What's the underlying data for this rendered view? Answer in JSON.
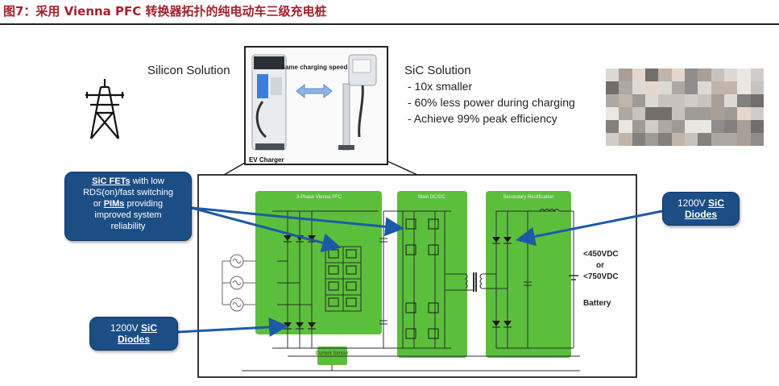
{
  "figure": {
    "title": "图7：采用 Vienna PFC 转换器拓扑的纯电动车三级充电桩"
  },
  "top": {
    "silicon_label": "Silicon Solution",
    "photo": {
      "same_charging_speed": "Same charging speed",
      "caption": "EV Charger"
    },
    "sic_solution": {
      "title": "SiC Solution",
      "bullets": [
        "-   10x smaller",
        "-   60% less power during charging",
        "-   Achieve 99% peak efficiency"
      ]
    }
  },
  "callouts": {
    "fets": {
      "part1": "SiC FETs",
      "part2": " with low",
      "line2": "RDS(on)/fast switching",
      "line3a": "or ",
      "line3b": "PIMs",
      "line3c": " providing",
      "line4": "improved system",
      "line5": "reliability"
    },
    "diodes_left": {
      "line1a": "1200V ",
      "line1b": "SiC",
      "line2": "Diodes"
    },
    "diodes_right": {
      "line1a": "1200V ",
      "line1b": "SiC",
      "line2": "Diodes"
    }
  },
  "schematic": {
    "block_pfc": "3-Phase Vienna PFC",
    "block_dcdc": "Main DC/DC",
    "block_rect": "Secondary Rectification",
    "current_sensor": "Current Sensor",
    "output_1": "<450VDC",
    "output_or": "or",
    "output_2": "<750VDC",
    "battery": "Battery"
  },
  "colors": {
    "title_red": "#a3212b",
    "green_block": "#5cbf3c",
    "callout_blue": "#1c4e86",
    "arrow_blue": "#1d5aa6"
  }
}
